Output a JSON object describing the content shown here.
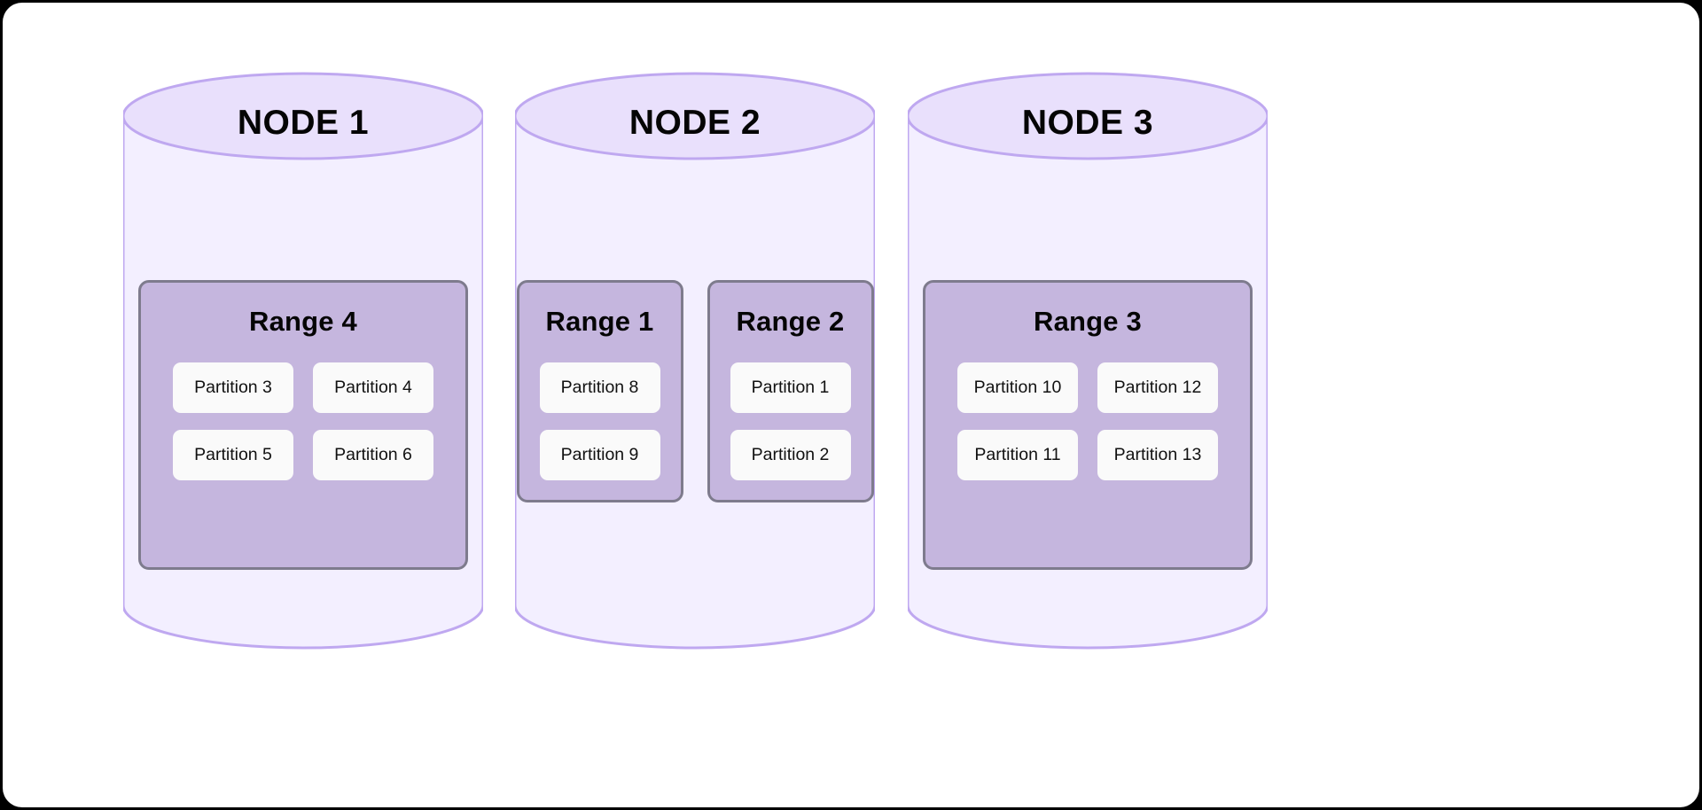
{
  "diagram": {
    "title": "",
    "background_color": "#000000",
    "canvas_color": "#ffffff",
    "cylinder_fill": "#f3efff",
    "cylinder_top_fill": "#e9e0fc",
    "cylinder_stroke": "#bfa8f0",
    "range_fill": "#c5b6de",
    "range_stroke": "#7e7b8d",
    "partition_fill": "#fafafa"
  },
  "nodes": [
    {
      "label": "NODE 1",
      "ranges": [
        {
          "label": "Range 4",
          "columns": 2,
          "partitions": [
            "Partition 3",
            "Partition 4",
            "Partition 5",
            "Partition 6"
          ]
        }
      ]
    },
    {
      "label": "NODE 2",
      "ranges": [
        {
          "label": "Range 1",
          "columns": 1,
          "partitions": [
            "Partition 8",
            "Partition 9"
          ]
        },
        {
          "label": "Range 2",
          "columns": 1,
          "partitions": [
            "Partition 1",
            "Partition 2"
          ]
        }
      ]
    },
    {
      "label": "NODE 3",
      "ranges": [
        {
          "label": "Range 3",
          "columns": 2,
          "partitions": [
            "Partition 10",
            "Partition 12",
            "Partition 11",
            "Partition 13"
          ]
        }
      ]
    }
  ]
}
